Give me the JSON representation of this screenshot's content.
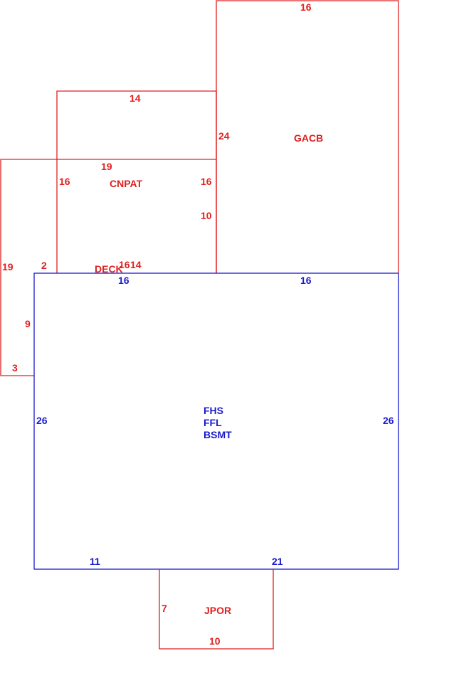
{
  "colors": {
    "red": "#e02020",
    "blue": "#1a1ad0"
  },
  "areas": {
    "gacb": {
      "label": "GACB",
      "top": "16",
      "left": "24"
    },
    "cnpat": {
      "label": "CNPAT",
      "top": "14",
      "left": "16",
      "right": "16"
    },
    "deck": {
      "label": "DECK",
      "top": "19",
      "left": "19",
      "bottom": "3",
      "right_inner": "9",
      "step": "2",
      "bottom_right_a": "16",
      "bottom_right_b": "14",
      "right_upper": "10"
    },
    "house": {
      "line1": "FHS",
      "line2": "FFL",
      "line3": "BSMT",
      "top_left": "16",
      "top_right": "16",
      "left": "26",
      "right": "26",
      "bottom_left": "11",
      "bottom_right": "21"
    },
    "jpor": {
      "label": "JPOR",
      "left": "7",
      "bottom": "10"
    }
  }
}
